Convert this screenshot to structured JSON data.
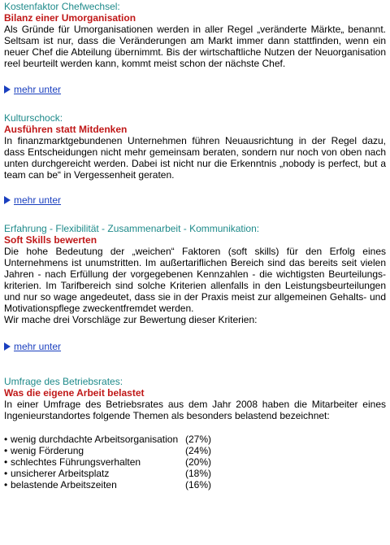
{
  "more_label": "mehr unter",
  "articles": [
    {
      "kicker": "Kostenfaktor Chefwechsel:",
      "headline": "Bilanz einer Umorganisation",
      "lines": [
        "Als Gründe für Umorganisationen werden in aller Regel „veränderte Märkte„ benannt.",
        "Seltsam ist nur, dass die Veränderungen am Markt immer dann stattfinden, wenn ein",
        "neuer Chef die Abteilung übernimmt. Bis der wirtschaftliche Nutzen der Neuorganisation",
        "reel beurteilt werden kann, kommt meist schon der nächste Chef."
      ]
    },
    {
      "kicker": "Kulturschock:",
      "headline": "Ausführen statt Mitdenken",
      "lines": [
        "In finanzmarktgebundenen Unternehmen   führen Neuausrichtung   in der Regel dazu,",
        "dass Entscheidungen nicht mehr gemeinsam beraten, sondern nur noch  von oben nach",
        "unten durchgereicht werden. Dabei ist nicht nur die Erkenntnis „nobody is perfect, but a",
        "team can be“ in Vergessenheit geraten."
      ]
    },
    {
      "kicker": "Erfahrung - Flexibilität - Zusammenarbeit - Kommunikation:",
      "headline": "Soft Skills bewerten",
      "lines": [
        "Die hohe Bedeutung der „weichen“ Faktoren (soft skills) für den Erfolg eines",
        "Unternehmens ist unumstritten. Im außertariflichen Bereich sind das bereits seit vielen",
        "Jahren - nach Erfüllung der vorgegebenen Kennzahlen - die wichtigsten Beurteilungs-",
        "kriterien. Im Tarifbereich sind solche Kriterien allenfalls in den Leistungsbeurteilungen",
        "und nur so wage angedeutet, dass sie in der Praxis meist zur allgemeinen Gehalts- und",
        "Motivationspflege zweckentfremdet werden.",
        "Wir mache drei Vorschläge zur Bewertung dieser Kriterien:"
      ]
    },
    {
      "kicker": "Umfrage des Betriebsrates:",
      "headline": "Was die eigene Arbeit belastet",
      "lines": [
        "In einer Umfrage des Betriebsrates aus dem Jahr 2008 haben die Mitarbeiter eines",
        "Ingenieurstandortes folgende Themen als besonders belastend  bezeichnet:"
      ]
    }
  ],
  "survey": [
    {
      "label": "wenig durchdachte Arbeitsorganisation",
      "pct": "(27%)"
    },
    {
      "label": "wenig Förderung",
      "pct": "(24%)"
    },
    {
      "label": "schlechtes Führungsverhalten",
      "pct": "(20%)"
    },
    {
      "label": "unsicherer Arbeitsplatz",
      "pct": "(18%)"
    },
    {
      "label": "belastende Arbeitszeiten",
      "pct": "(16%)"
    }
  ],
  "bullet": "•",
  "colors": {
    "kicker": "#1e8a8a",
    "headline": "#c01818",
    "link": "#1a3fbf"
  }
}
